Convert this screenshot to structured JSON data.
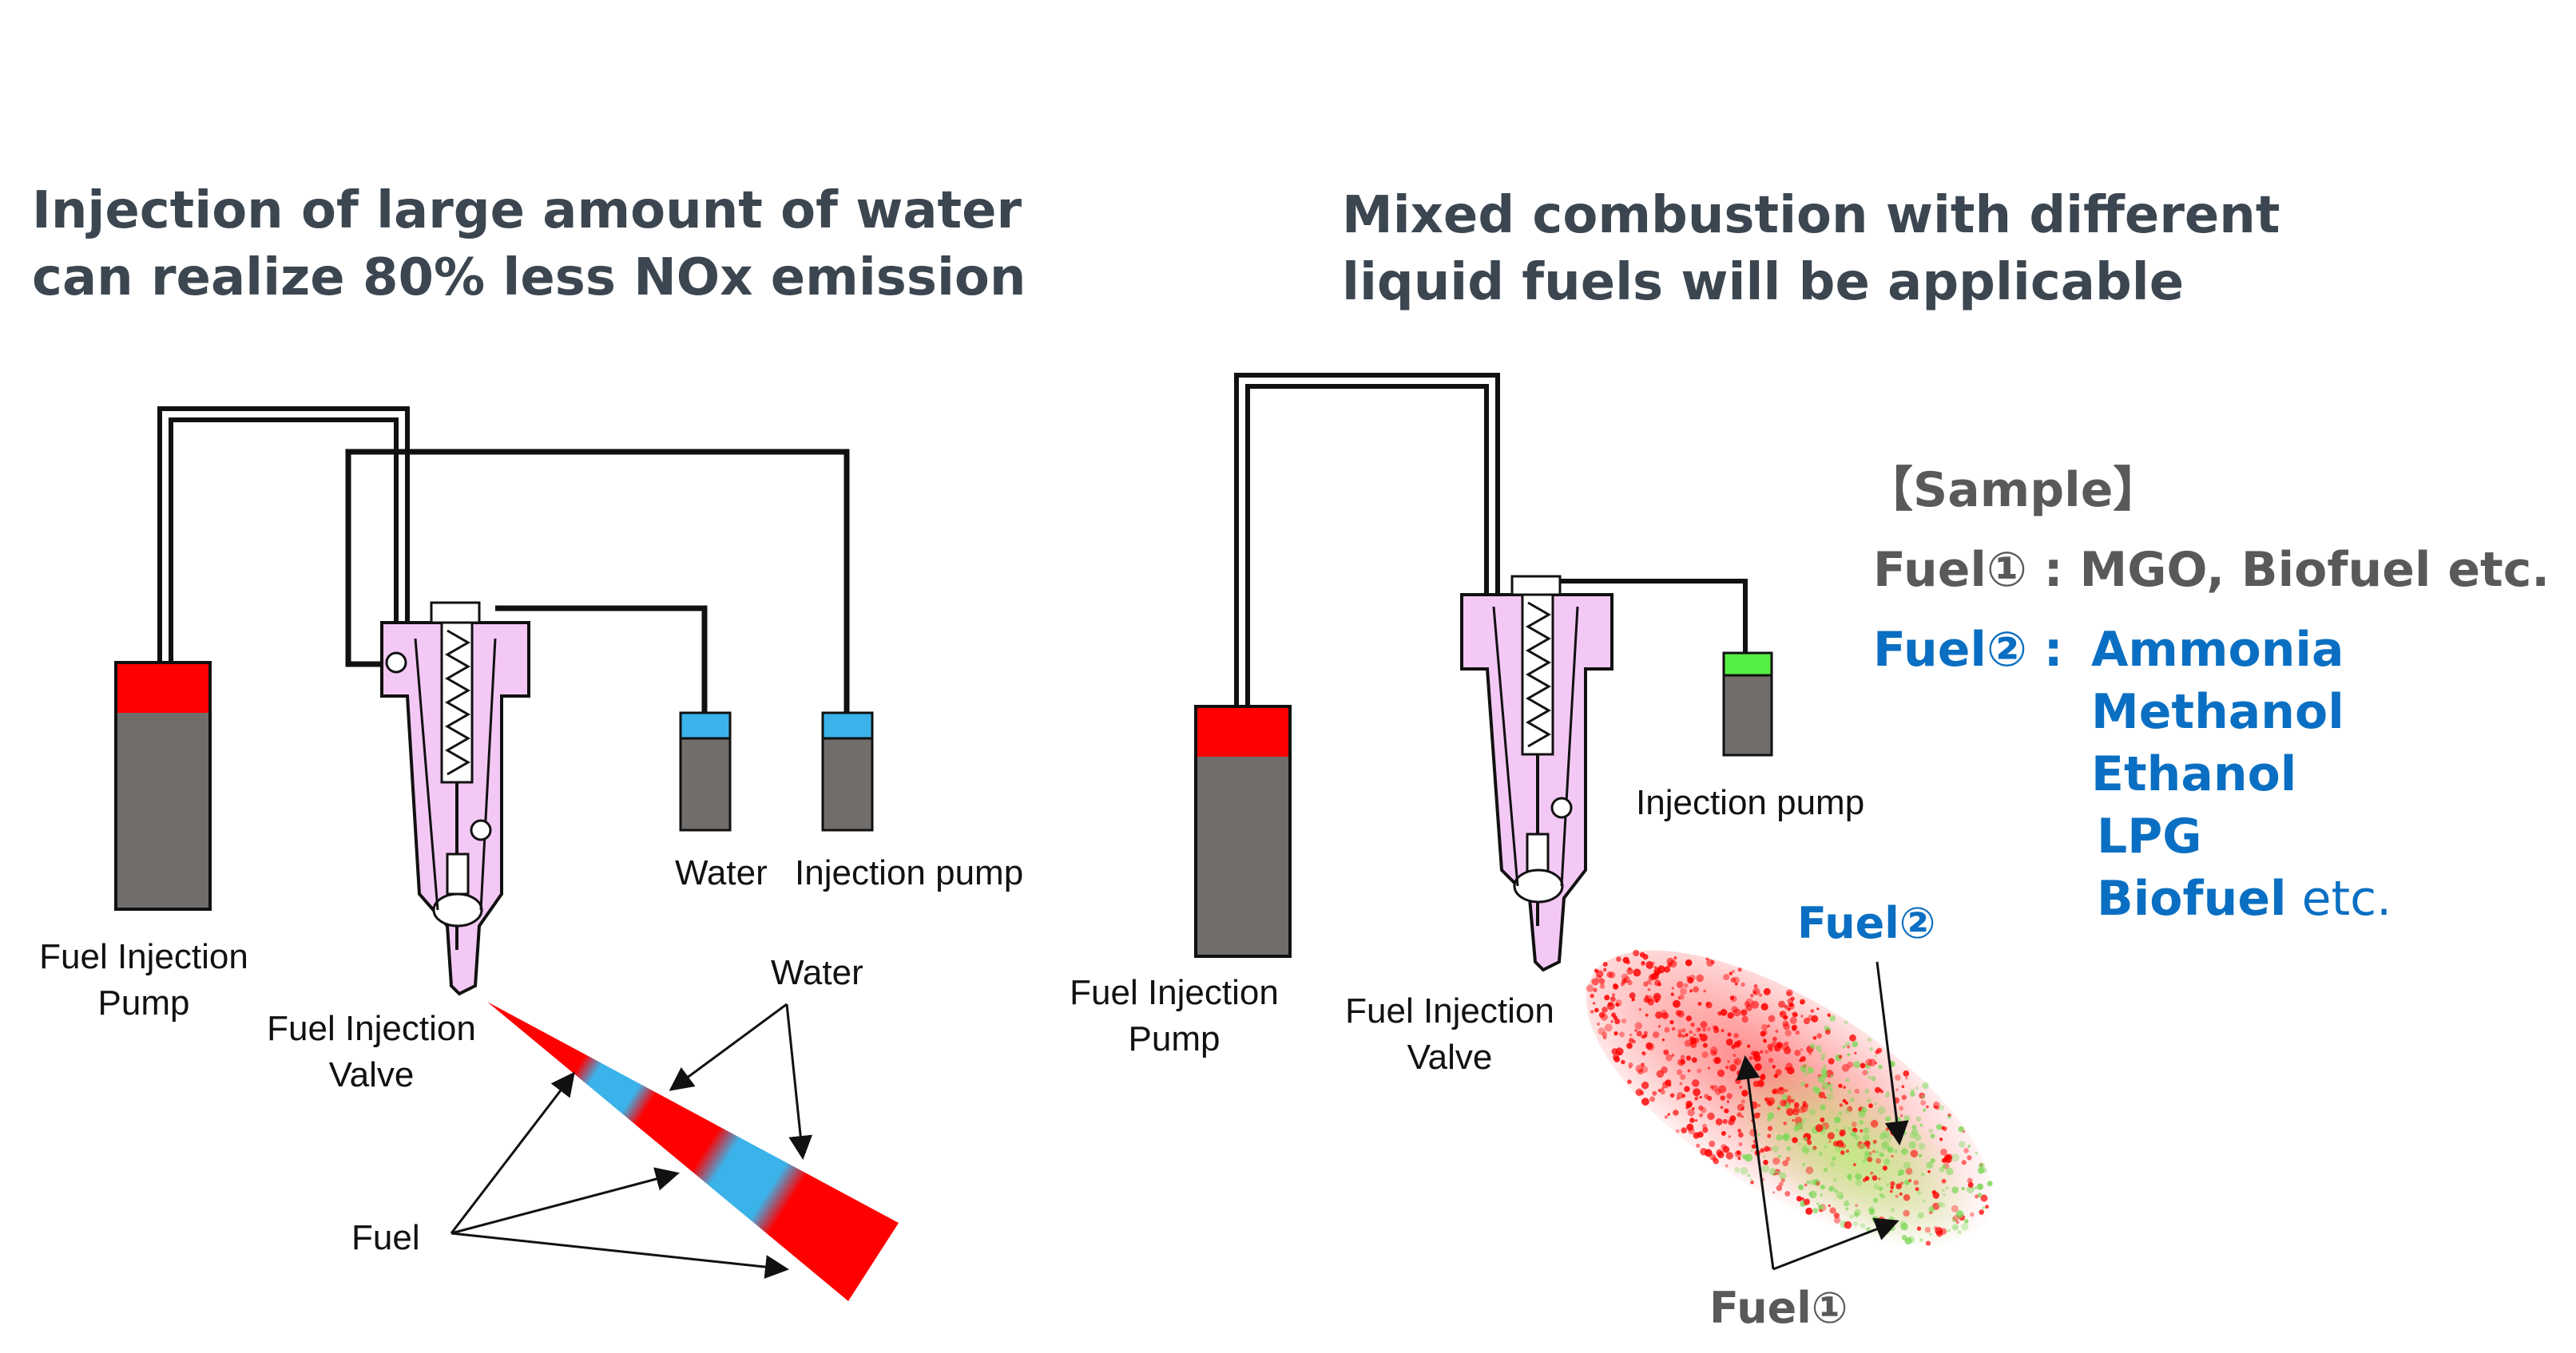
{
  "left_panel": {
    "title_line1": "Injection of large amount of water",
    "title_line2": "can realize 80% less NOx emission",
    "fuel_pump_label_line1": "Fuel Injection",
    "fuel_pump_label_line2": "Pump",
    "valve_label_line1": "Fuel Injection",
    "valve_label_line2": "Valve",
    "water_label": "Water",
    "injection_pump_label": "Injection pump",
    "spray_water_label": "Water",
    "spray_fuel_label": "Fuel"
  },
  "right_panel": {
    "title_line1": "Mixed combustion with different",
    "title_line2": "liquid fuels will be applicable",
    "fuel_pump_label_line1": "Fuel Injection",
    "fuel_pump_label_line2": "Pump",
    "valve_label_line1": "Fuel Injection",
    "valve_label_line2": "Valve",
    "injection_pump_label": "Injection pump",
    "fuel2_label": "Fuel②",
    "fuel1_label": "Fuel①"
  },
  "sample": {
    "heading": "【Sample】",
    "fuel1_line": "Fuel① : MGO, Biofuel etc.",
    "fuel2_prefix": "Fuel② : ",
    "fuel2_items": [
      "Ammonia",
      "Methanol",
      "Ethanol",
      "LPG",
      "Biofuel"
    ],
    "fuel2_suffix": " etc."
  },
  "colors": {
    "fuel_red": "#ff0000",
    "water_blue": "#3bb3ea",
    "pump_grey": "#706d6b",
    "valve_pink": "#f4c8f4",
    "green_cap": "#55ee44",
    "title_text": "#3b4650",
    "sample_blue": "#0a6fc2",
    "sample_grey": "#595959"
  }
}
